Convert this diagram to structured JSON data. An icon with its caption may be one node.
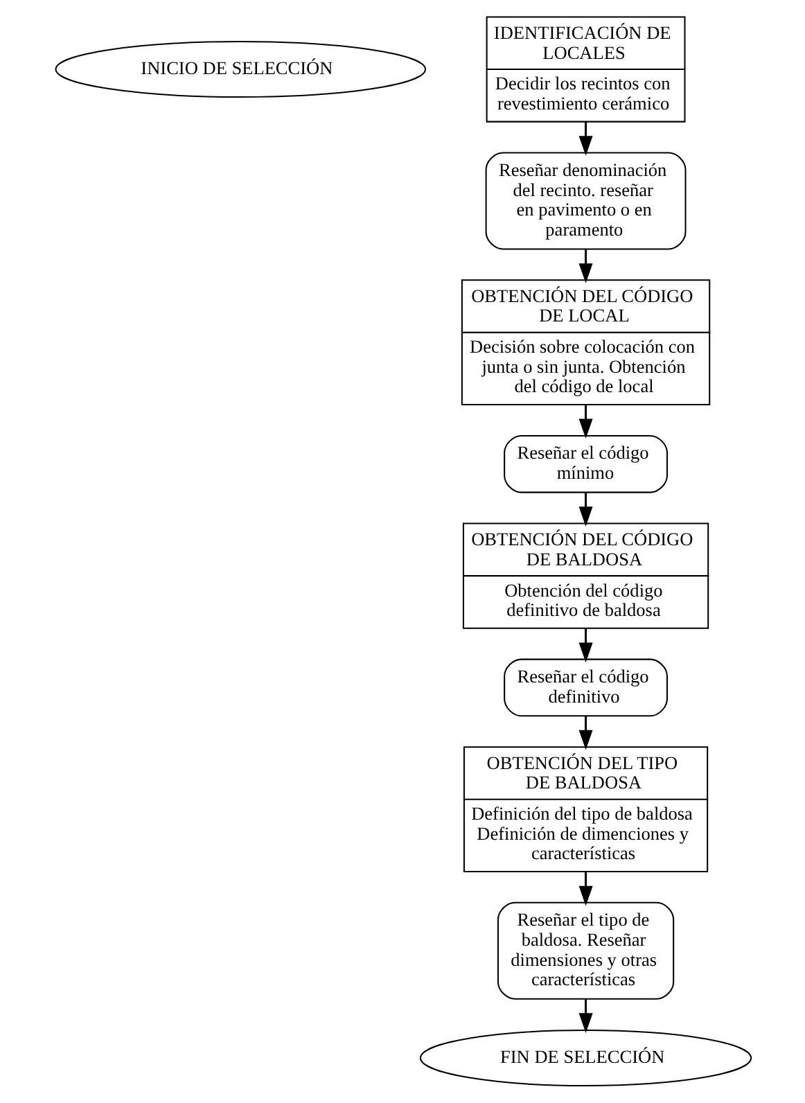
{
  "diagram": {
    "nodes": [
      {
        "text": [
          "INICIO DE SELECCIÓN"
        ]
      },
      {
        "text": [
          "IDENTIFICACIÓN DE LOCALES",
          "Decidir los recintos con revestimiento cerámico"
        ]
      },
      {
        "text": [
          "Reseñar denominación del recinto. reseñar en pavimento o en paramento"
        ]
      },
      {
        "text": [
          "OBTENCIÓN DEL CÓDIGO DE LOCAL",
          "Decisión sobre colocación con junta o sin junta. Obtención del código de local"
        ]
      },
      {
        "text": [
          "Reseñar el código mínimo"
        ]
      },
      {
        "text": [
          "OBTENCIÓN DEL CÓDIGO DE BALDOSA",
          "Obtención del código definitivo de baldosa"
        ]
      },
      {
        "text": [
          "Reseñar el código definitivo"
        ]
      },
      {
        "text": [
          "OBTENCIÓN DEL TIPO DE BALDOSA",
          "Definición del tipo de baldosa Definición de dimenciones y características"
        ]
      },
      {
        "text": [
          "Reseñar el tipo de baldosa. Reseñar dimensiones y otras características"
        ]
      },
      {
        "text": [
          "FIN DE SELECCIÓN"
        ]
      }
    ],
    "edges": [
      {
        "from": 1,
        "to": 2,
        "arrow": "to"
      },
      {
        "from": 2,
        "to": 3,
        "arrow": "to"
      },
      {
        "from": 3,
        "to": 4,
        "arrow": "to"
      },
      {
        "from": 4,
        "to": 5,
        "arrow": "to"
      },
      {
        "from": 5,
        "to": 6,
        "arrow": "to"
      },
      {
        "from": 6,
        "to": 7,
        "arrow": "to"
      },
      {
        "from": 7,
        "to": 8,
        "arrow": "to"
      },
      {
        "from": 8,
        "to": 9,
        "arrow": "to"
      }
    ]
  }
}
